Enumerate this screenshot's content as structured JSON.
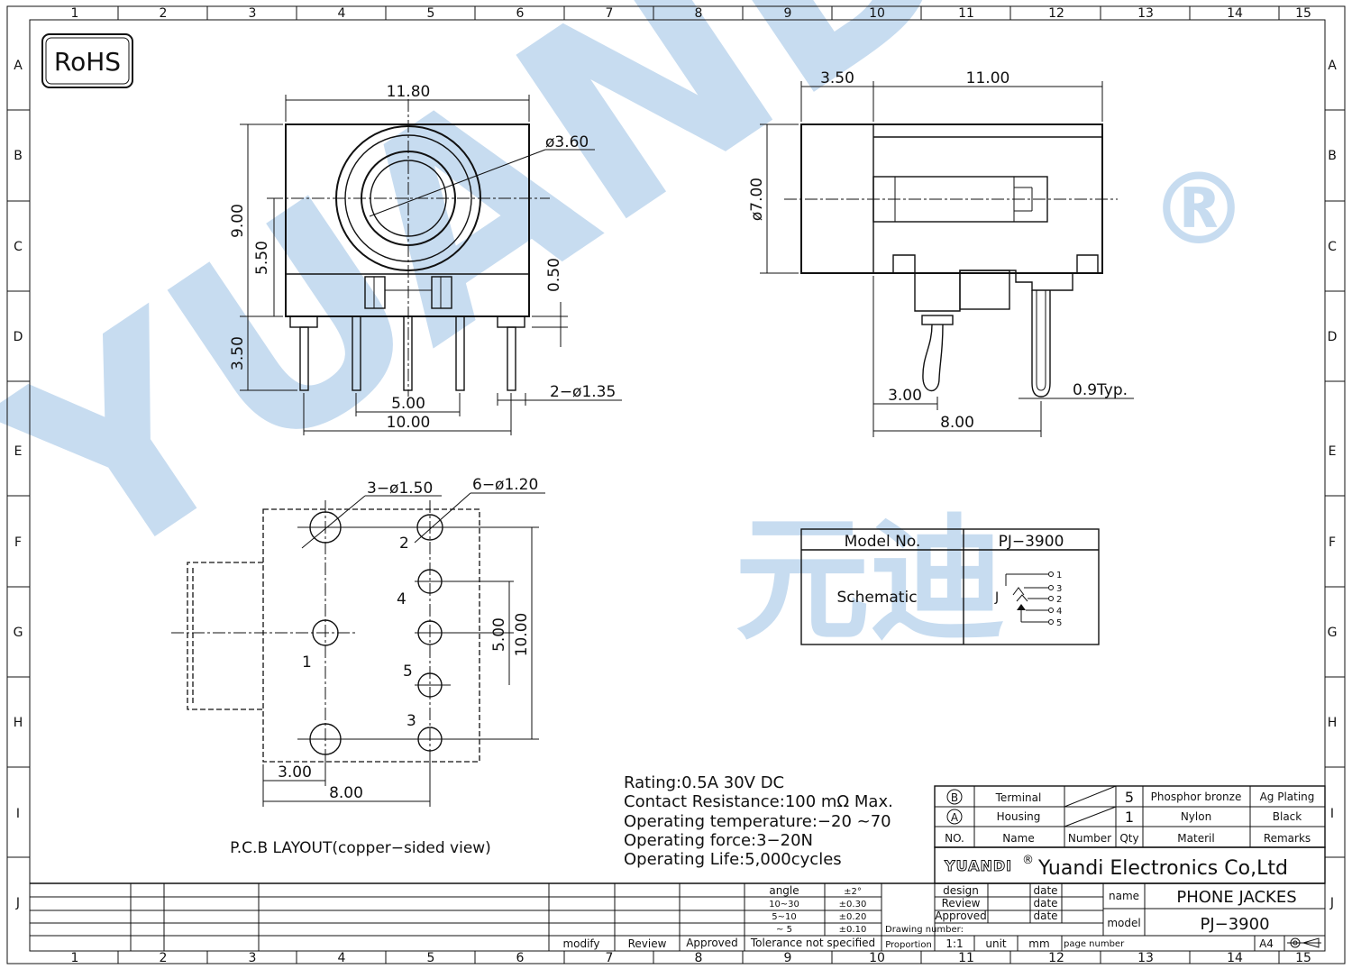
{
  "rohs": "RoHS",
  "watermark": {
    "brand": "YUANDI",
    "cn": "元迪",
    "registered": "®",
    "color": "#c7dcf0",
    "accent": "#d8ecd6"
  },
  "border": {
    "cols": [
      "1",
      "2",
      "3",
      "4",
      "5",
      "6",
      "7",
      "8",
      "9",
      "10",
      "11",
      "12",
      "13",
      "14",
      "15"
    ],
    "rows": [
      "A",
      "B",
      "C",
      "D",
      "E",
      "F",
      "G",
      "H",
      "I",
      "J"
    ]
  },
  "front_view": {
    "width": "11.80",
    "hole_dia": "ø3.60",
    "height": "9.00",
    "center_height": "5.50",
    "offset": "0.50",
    "pin_length": "3.50",
    "pin_dia": "2−ø1.35",
    "pitch": "5.00",
    "span": "10.00"
  },
  "side_view": {
    "front_len": "3.50",
    "body_len": "11.00",
    "barrel_dia": "ø7.00",
    "pin_offset": "3.00",
    "pin_span": "8.00",
    "pin_thickness": "0.9Typ."
  },
  "pcb": {
    "hole_big": "3−ø1.50",
    "hole_small": "6−ø1.20",
    "pins": [
      "1",
      "2",
      "3",
      "4",
      "5"
    ],
    "dim_v1": "5.00",
    "dim_v2": "10.00",
    "dim_h1": "3.00",
    "dim_h2": "8.00",
    "caption": "P.C.B LAYOUT(copper−sided view)"
  },
  "model_table": {
    "model_label": "Model No.",
    "model_value": "PJ−3900",
    "schematic_label": "Schematic",
    "jack_letter": "J",
    "pins": [
      "1",
      "3",
      "2",
      "4",
      "5"
    ]
  },
  "ratings": [
    "Rating:0.5A 30V DC",
    "Contact Resistance:100 mΩ Max.",
    "Operating temperature:−20  ~70",
    "Operating force:3−20N",
    "Operating Life:5,000cycles"
  ],
  "parts": {
    "rows": [
      {
        "mark": "B",
        "name": "Terminal",
        "qty": "5",
        "material": "Phosphor bronze",
        "remark": "Ag Plating"
      },
      {
        "mark": "A",
        "name": "Housing",
        "qty": "1",
        "material": "Nylon",
        "remark": "Black"
      }
    ],
    "headers": {
      "no": "NO.",
      "name": "Name",
      "number": "Number",
      "qty": "Qty",
      "material": "Materil",
      "remark": "Remarks"
    }
  },
  "company": {
    "logo": "YUANDI",
    "reg": "®",
    "name": "Yuandi Electronics Co,Ltd"
  },
  "tolerance": {
    "angle_label": "angle",
    "angle_value": "±2°",
    "rows": [
      {
        "range": "10~30",
        "tol": "±0.30"
      },
      {
        "range": "5~10",
        "tol": "±0.20"
      },
      {
        "range": "~ 5",
        "tol": "±0.10"
      }
    ],
    "label": "Tolerance  not  specified"
  },
  "signoff": {
    "modify": "modify",
    "review": "Review",
    "approved": "Approved",
    "design": "design",
    "review2": "Review",
    "approved2": "Approved",
    "date": "date"
  },
  "title_block": {
    "name_label": "name",
    "name_value": "PHONE  JACKES",
    "model_label": "model",
    "model_value": "PJ−3900",
    "drawing_number": "Drawing  number:",
    "proportion": "Proportion",
    "scale": "1:1",
    "unit_label": "unit",
    "unit_value": "mm",
    "page_label": "page  number",
    "size": "A4"
  }
}
